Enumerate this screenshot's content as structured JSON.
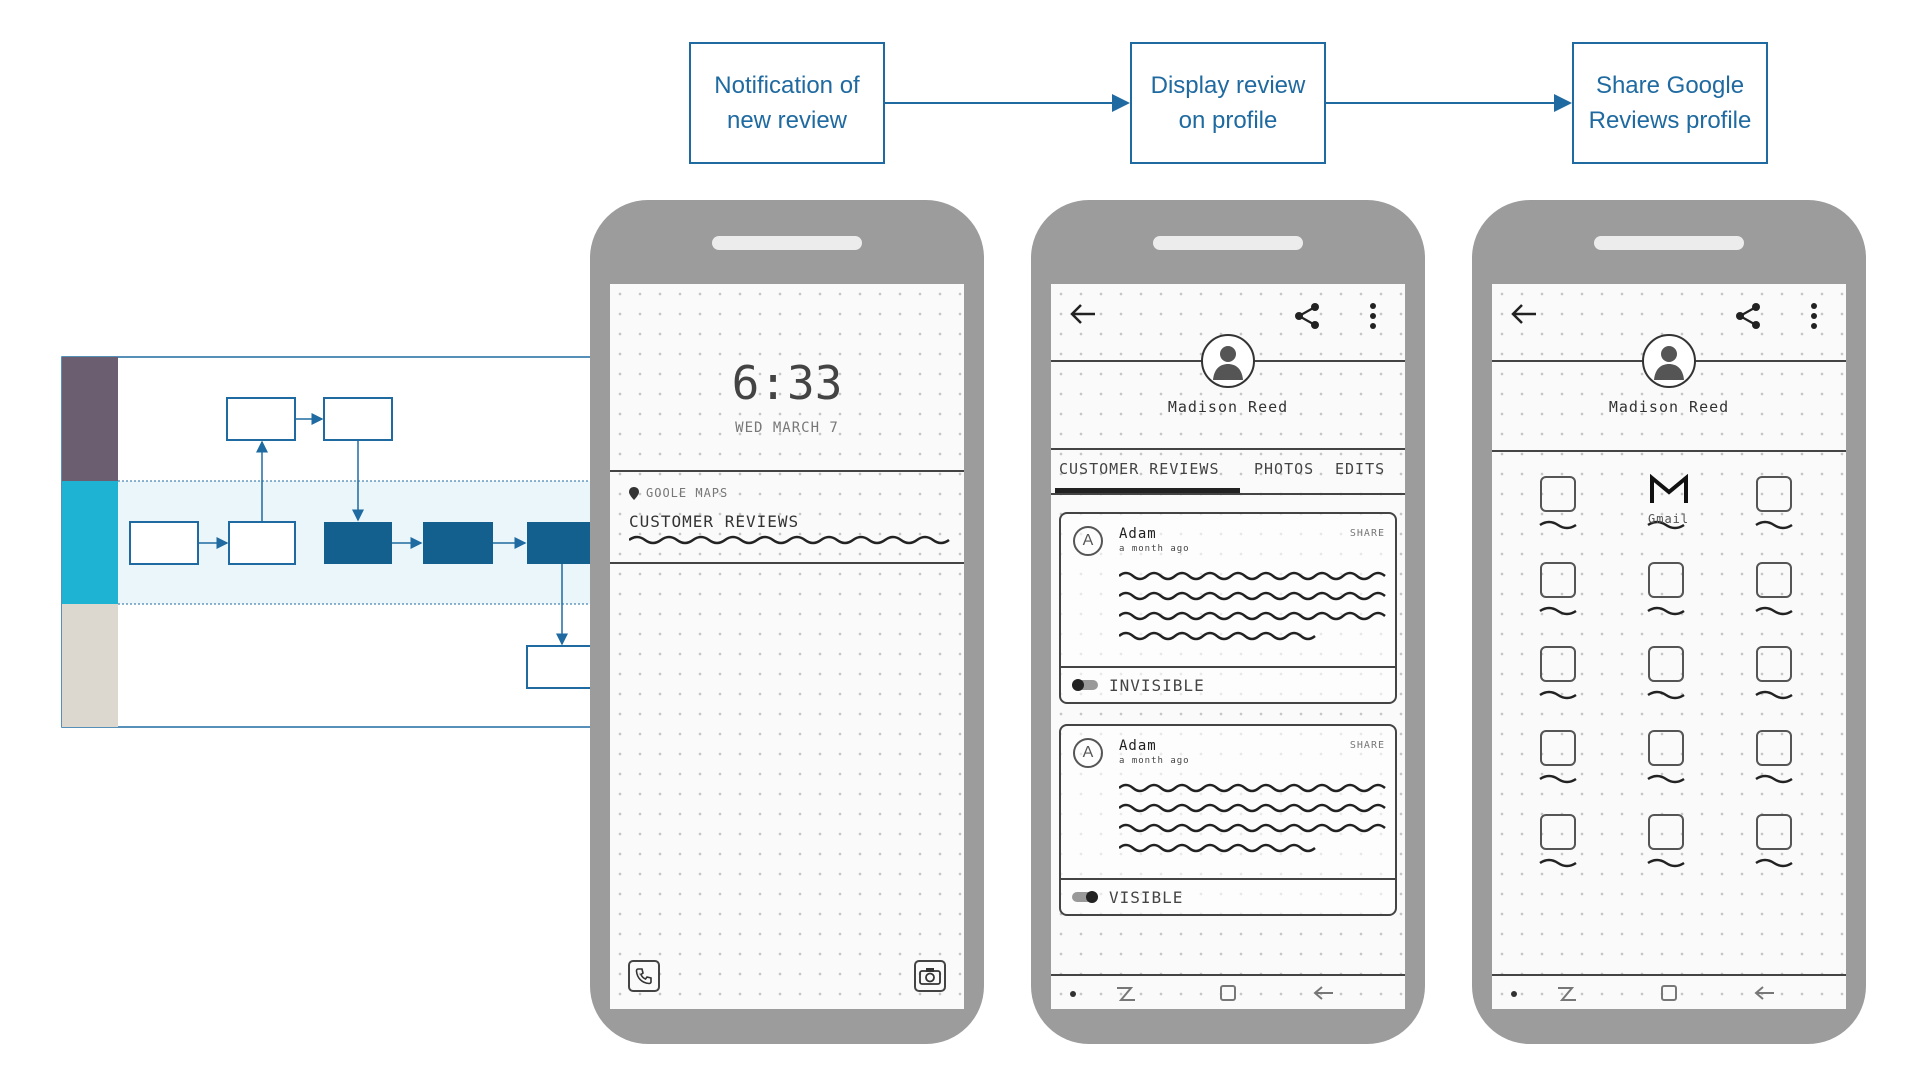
{
  "flow": {
    "steps": [
      {
        "label": "Notification of\nnew review"
      },
      {
        "label": "Display review\non profile"
      },
      {
        "label": "Share Google\nReviews profile"
      }
    ]
  },
  "swimlane": {
    "lane_colors": [
      "#6b5e70",
      "#1fb3d3",
      "#dcd8d0"
    ],
    "accent": "#1f6aa0",
    "filled_box_color": "#13608f"
  },
  "phone1": {
    "time": "6:33",
    "date": "WED MARCH 7",
    "notification_app": "GOOLE MAPS",
    "notification_title": "CUSTOMER REVIEWS"
  },
  "phone2": {
    "profile_name": "Madison Reed",
    "tabs": [
      "CUSTOMER REVIEWS",
      "PHOTOS",
      "EDITS"
    ],
    "reviews": [
      {
        "initial": "A",
        "author": "Adam",
        "time": "a month ago",
        "share": "SHARE",
        "status": "INVISIBLE"
      },
      {
        "initial": "A",
        "author": "Adam",
        "time": "a month ago",
        "share": "SHARE",
        "status": "VISIBLE"
      }
    ]
  },
  "phone3": {
    "profile_name": "Madison Reed",
    "gmail_label": "Gmail"
  },
  "icons": [
    "back-arrow-icon",
    "share-icon",
    "more-vert-icon",
    "phone-icon",
    "camera-icon",
    "gmail-icon",
    "map-pin-icon"
  ]
}
